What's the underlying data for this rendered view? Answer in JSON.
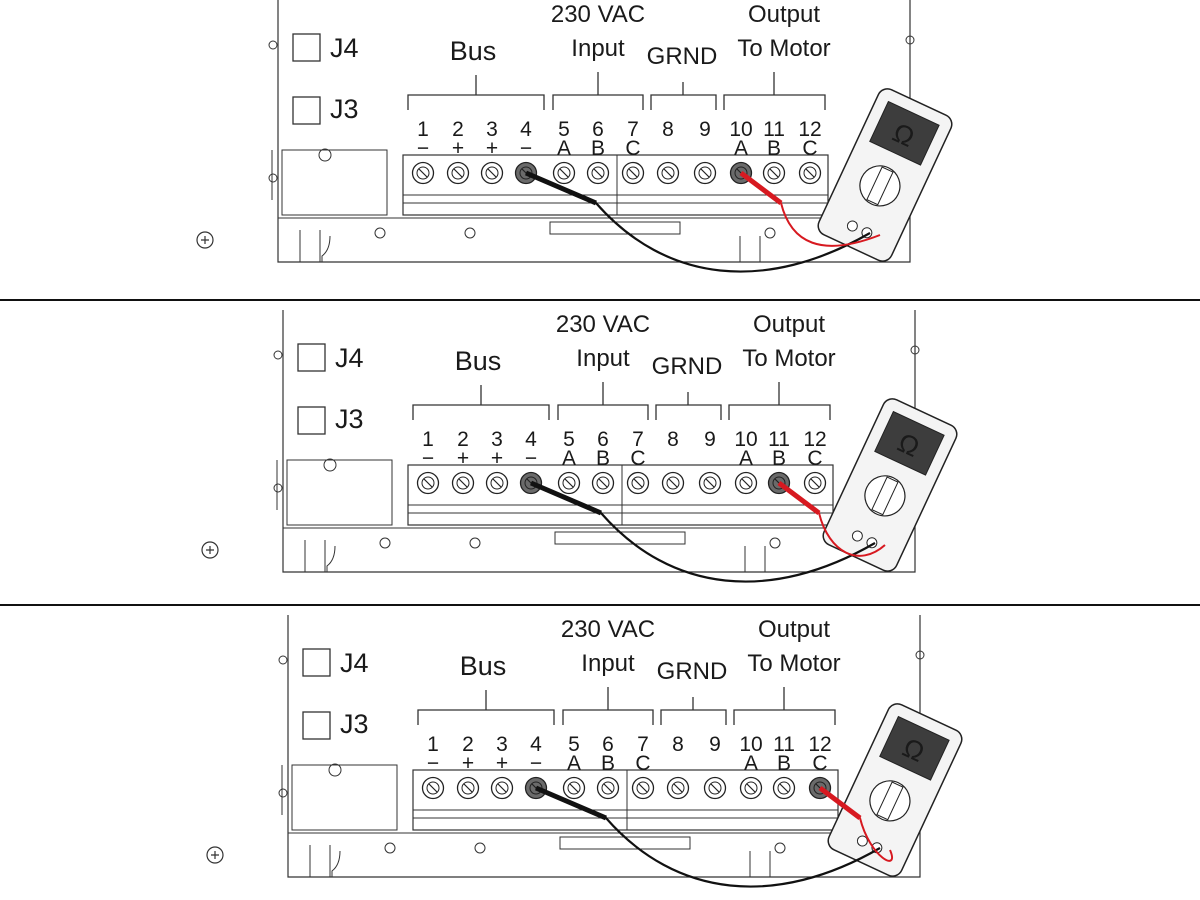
{
  "connectors": {
    "j4": "J4",
    "j3": "J3"
  },
  "groups": {
    "bus": "Bus",
    "input_line1": "230 VAC",
    "input_line2": "Input",
    "ground": "GRND",
    "output_line1": "Output",
    "output_line2": "To Motor"
  },
  "terminals": [
    {
      "num": "1",
      "sign": "−"
    },
    {
      "num": "2",
      "sign": "+"
    },
    {
      "num": "3",
      "sign": "+"
    },
    {
      "num": "4",
      "sign": "−"
    },
    {
      "num": "5",
      "sign": "A"
    },
    {
      "num": "6",
      "sign": "B"
    },
    {
      "num": "7",
      "sign": "C"
    },
    {
      "num": "8",
      "sign": ""
    },
    {
      "num": "9",
      "sign": ""
    },
    {
      "num": "10",
      "sign": "A"
    },
    {
      "num": "11",
      "sign": "B"
    },
    {
      "num": "12",
      "sign": "C"
    }
  ],
  "meter": {
    "mode_symbol": "Ω"
  },
  "panels": [
    {
      "black_probe_terminal": "4",
      "red_probe_terminal": "10"
    },
    {
      "black_probe_terminal": "4",
      "red_probe_terminal": "11"
    },
    {
      "black_probe_terminal": "4",
      "red_probe_terminal": "12"
    }
  ],
  "colors": {
    "red_lead": "#d71920",
    "black_lead": "#111111",
    "probed_terminal": "#6a6a6a",
    "meter_display": "#3d3d3d"
  }
}
